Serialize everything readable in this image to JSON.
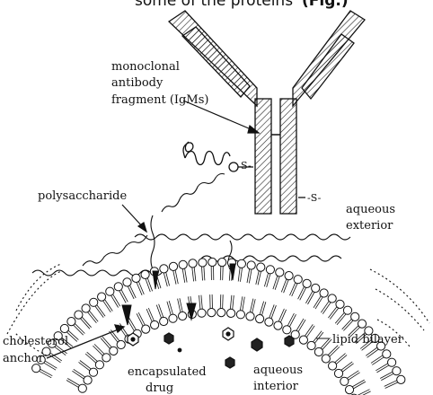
{
  "header": {
    "fragment_text": "some of the proteins",
    "fragment_bold": "(Fig.)"
  },
  "labels": {
    "antibody_line1": "monoclonal",
    "antibody_line2": "antibody",
    "antibody_line3": "fragment (IgMs)",
    "polysaccharide": "polysaccharide",
    "exterior_line1": "aqueous",
    "exterior_line2": "exterior",
    "cholesterol_line1": "cholesterol",
    "cholesterol_line2": "anchor",
    "bilayer": "lipid bilayer",
    "drug_line1": "encapsulated",
    "drug_line2": "drug",
    "interior_line1": "aqueous",
    "interior_line2": "interior",
    "disulfide_left": "S-",
    "disulfide_right": "-S-"
  }
}
